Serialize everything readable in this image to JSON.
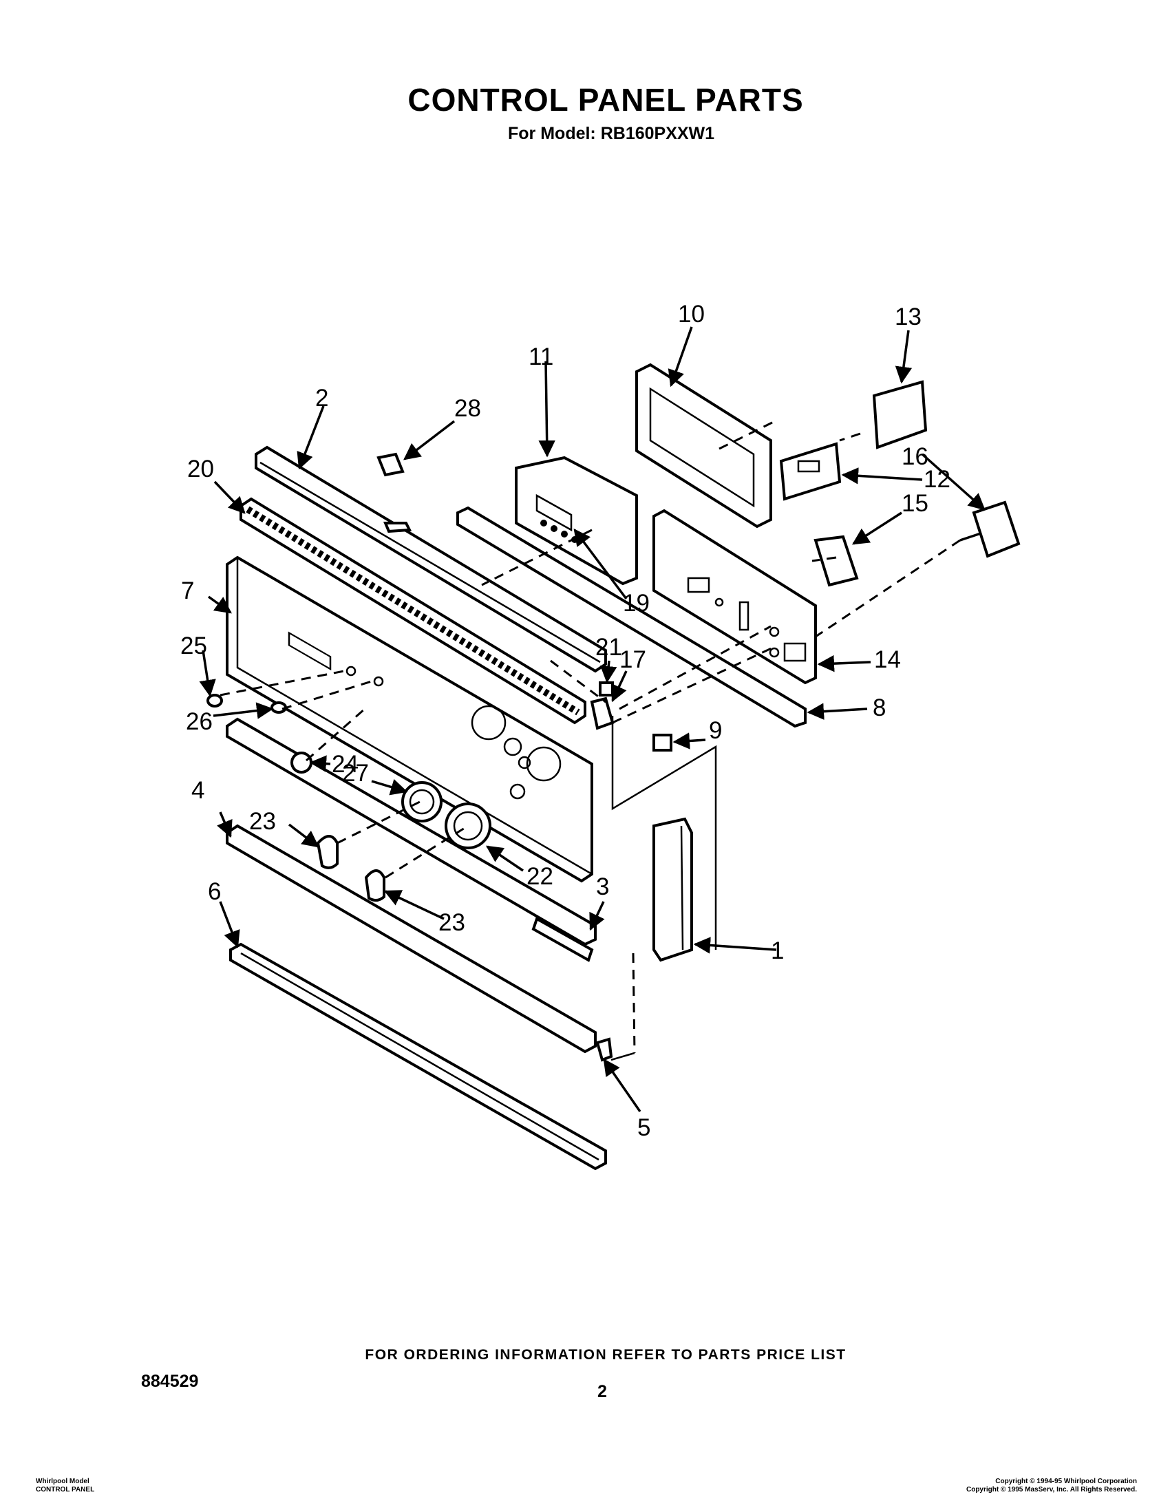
{
  "header": {
    "title": "CONTROL PANEL PARTS",
    "subtitle": "For Model: RB160PXXW1"
  },
  "callouts": [
    "1",
    "2",
    "3",
    "4",
    "5",
    "6",
    "7",
    "8",
    "9",
    "10",
    "11",
    "12",
    "13",
    "14",
    "15",
    "16",
    "17",
    "19",
    "20",
    "21",
    "22",
    "23",
    "23",
    "24",
    "25",
    "26",
    "27",
    "28"
  ],
  "footer": {
    "ordering_note": "FOR ORDERING INFORMATION REFER TO PARTS PRICE LIST",
    "doc_number": "884529",
    "page_number": "2",
    "left_line1": "Whirlpool Model",
    "left_line2": "CONTROL PANEL",
    "right_line1": "Copyright © 1994-95 Whirlpool Corporation",
    "right_line2": "Copyright © 1995 MasServ, Inc.  All Rights Reserved."
  }
}
